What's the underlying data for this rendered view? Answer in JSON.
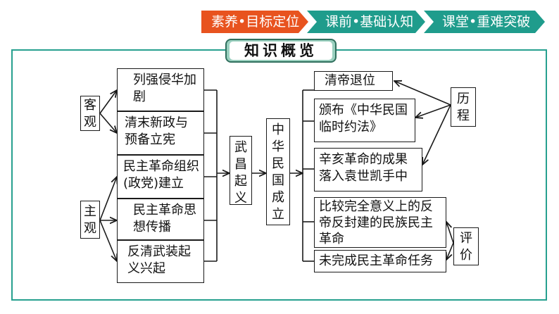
{
  "nav": {
    "tabs": [
      {
        "label": "素养•目标定位",
        "active": true
      },
      {
        "label": "课前•基础认知",
        "active": false
      },
      {
        "label": "课堂•重难突破",
        "active": false
      }
    ]
  },
  "title": "知识概览",
  "diagram": {
    "objective_label": "客观",
    "subjective_label": "主观",
    "causes": [
      "列强侵华加剧",
      "清末新政与预备立宪",
      "民主革命组织(政党)建立",
      "民主革命思想传播",
      "反清武装起义兴起"
    ],
    "event": "武昌起义",
    "result": "中华民国成立",
    "process_label": "历程",
    "evaluation_label": "评价",
    "outcomes": [
      "清帝退位",
      "颁布《中华民国临时约法》",
      "辛亥革命的成果落入袁世凯手中",
      "比较完全意义上的反帝反封建的民族民主革命",
      "未完成民主革命任务"
    ]
  }
}
